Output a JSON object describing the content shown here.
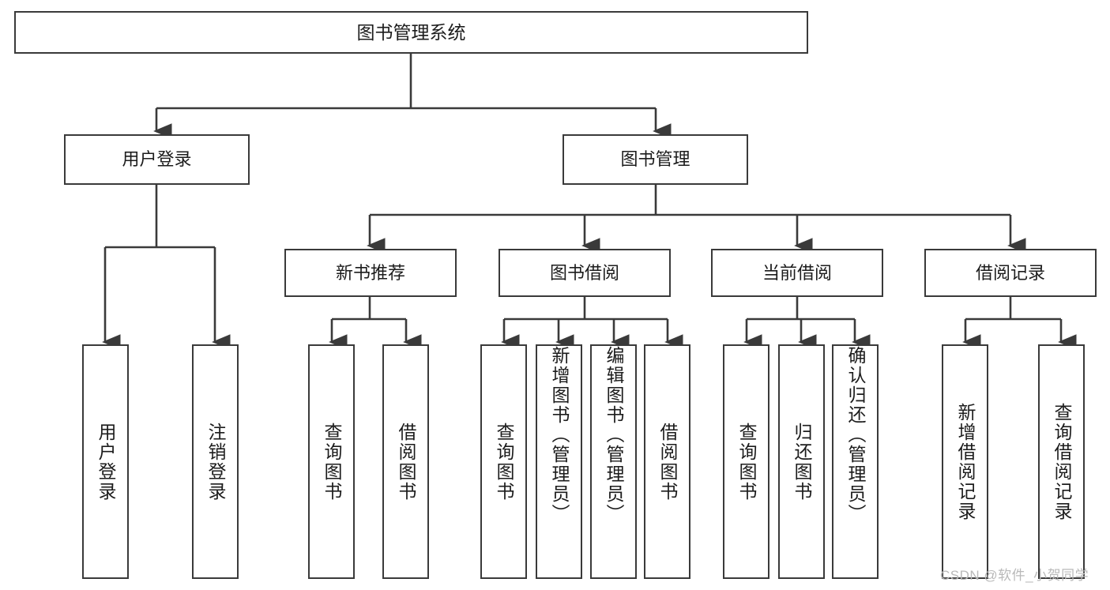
{
  "diagram": {
    "type": "tree-hierarchy-chart",
    "title": "图书管理系统",
    "root": {
      "id": "root",
      "label": "图书管理系统"
    },
    "level2": [
      {
        "id": "user-login",
        "label": "用户登录"
      },
      {
        "id": "book-management",
        "label": "图书管理"
      }
    ],
    "level3": [
      {
        "id": "new-book-recommend",
        "label": "新书推荐"
      },
      {
        "id": "book-borrow",
        "label": "图书借阅"
      },
      {
        "id": "current-borrow",
        "label": "当前借阅"
      },
      {
        "id": "borrow-record",
        "label": "借阅记录"
      }
    ],
    "leaves": {
      "user_login": [
        {
          "id": "leaf-user-login",
          "label": "用户登录"
        },
        {
          "id": "leaf-logout-login",
          "label": "注销登录"
        }
      ],
      "new_book_recommend": [
        {
          "id": "leaf-query-book-1",
          "label": "查询图书"
        },
        {
          "id": "leaf-borrow-book-1",
          "label": "借阅图书"
        }
      ],
      "book_borrow": [
        {
          "id": "leaf-query-book-2",
          "label": "查询图书"
        },
        {
          "id": "leaf-add-book",
          "label": "新增图书（管理员）"
        },
        {
          "id": "leaf-edit-book",
          "label": "编辑图书（管理员）"
        },
        {
          "id": "leaf-borrow-book-2",
          "label": "借阅图书"
        }
      ],
      "current_borrow": [
        {
          "id": "leaf-query-book-3",
          "label": "查询图书"
        },
        {
          "id": "leaf-return-book",
          "label": "归还图书"
        },
        {
          "id": "leaf-confirm-return",
          "label": "确认归还（管理员）"
        }
      ],
      "borrow_record": [
        {
          "id": "leaf-add-borrow-record",
          "label": "新增借阅记录"
        },
        {
          "id": "leaf-query-borrow-record",
          "label": "查询借阅记录"
        }
      ]
    },
    "watermark": "CSDN @软件_小贺同学",
    "colors": {
      "stroke": "#3a3a3a",
      "text": "#1c1c1c",
      "background": "#ffffff",
      "watermark": "#b9b9b9"
    }
  }
}
